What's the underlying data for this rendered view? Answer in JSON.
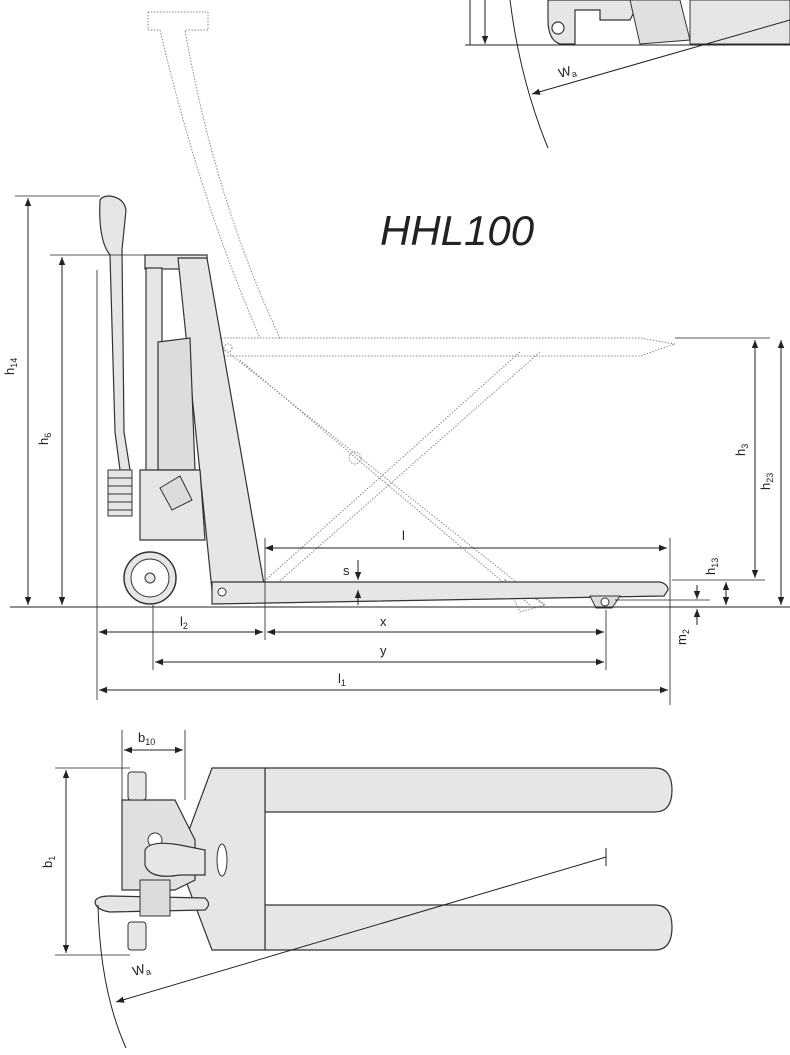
{
  "model": "HHL100",
  "labels": {
    "h14": {
      "base": "h",
      "sub": "14"
    },
    "h6": {
      "base": "h",
      "sub": "6"
    },
    "h3": {
      "base": "h",
      "sub": "3"
    },
    "h23": {
      "base": "h",
      "sub": "23"
    },
    "h13": {
      "base": "h",
      "sub": "13"
    },
    "m2": {
      "base": "m",
      "sub": "2"
    },
    "l": "l",
    "s": "s",
    "l2": {
      "base": "l",
      "sub": "2"
    },
    "x": "x",
    "y": "y",
    "l1": {
      "base": "l",
      "sub": "1"
    },
    "b10": {
      "base": "b",
      "sub": "10"
    },
    "b1": {
      "base": "b",
      "sub": "1"
    },
    "wa_top": {
      "base": "W",
      "sub": "a"
    },
    "wa_bottom": {
      "base": "W",
      "sub": "a"
    }
  },
  "colors": {
    "body_fill": "#e6e6e6",
    "stroke": "#333333",
    "dotted": "#8a8a8a",
    "dim_line": "#222222"
  }
}
